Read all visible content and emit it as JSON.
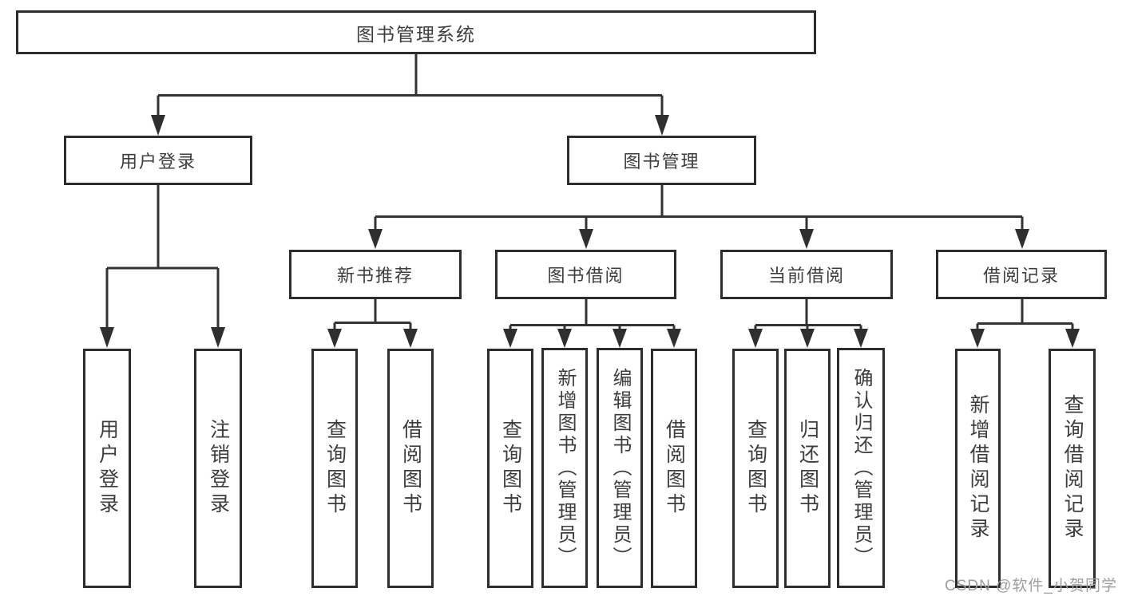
{
  "diagram": {
    "colors": {
      "line": "#333333",
      "border": "#2d2d2d",
      "text": "#3d3d3d",
      "background": "#ffffff",
      "watermark": "#9e9e9e"
    },
    "tree": {
      "label": "图书管理系统",
      "children": [
        {
          "label": "用户登录",
          "children": [
            {
              "label": "用户登录"
            },
            {
              "label": "注销登录"
            }
          ]
        },
        {
          "label": "图书管理",
          "children": [
            {
              "label": "新书推荐",
              "children": [
                {
                  "label": "查询图书"
                },
                {
                  "label": "借阅图书"
                }
              ]
            },
            {
              "label": "图书借阅",
              "children": [
                {
                  "label": "查询图书"
                },
                {
                  "label": "新增图书（管理员）"
                },
                {
                  "label": "编辑图书（管理员）"
                },
                {
                  "label": "借阅图书"
                }
              ]
            },
            {
              "label": "当前借阅",
              "children": [
                {
                  "label": "查询图书"
                },
                {
                  "label": "归还图书"
                },
                {
                  "label": "确认归还（管理员）"
                }
              ]
            },
            {
              "label": "借阅记录",
              "children": [
                {
                  "label": "新增借阅记录"
                },
                {
                  "label": "查询借阅记录"
                }
              ]
            }
          ]
        }
      ]
    },
    "watermark": {
      "text": "CSDN @软件_小贺同学"
    }
  }
}
